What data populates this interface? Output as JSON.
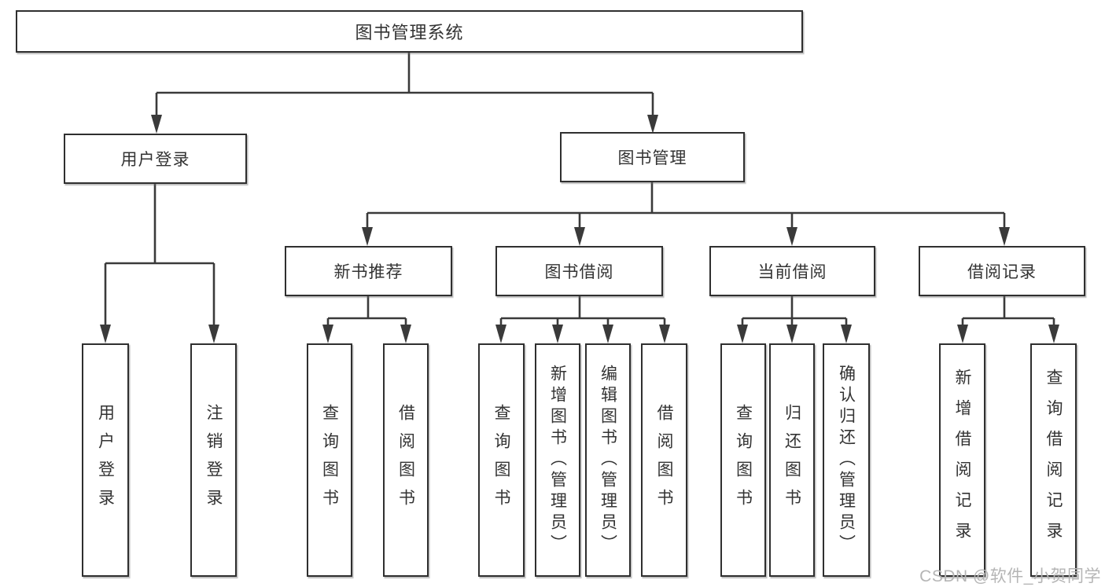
{
  "colors": {
    "line": "#3a3a3a",
    "box_border": "#2f2f2f",
    "box_bg": "#ffffff",
    "text": "#333333",
    "watermark": "#b5b5b5",
    "background": "#ffffff"
  },
  "watermark": {
    "text": "CSDN @软件_小贺同学"
  },
  "nodes": {
    "root": {
      "label": "图书管理系统"
    },
    "user_login": {
      "label": "用户登录"
    },
    "book_mgmt": {
      "label": "图书管理"
    },
    "new_book_rec": {
      "label": "新书推荐"
    },
    "book_borrow": {
      "label": "图书借阅"
    },
    "current_borrow": {
      "label": "当前借阅"
    },
    "borrow_record": {
      "label": "借阅记录"
    },
    "leaf_user_login": {
      "label": "用户登录"
    },
    "leaf_logout": {
      "label": "注销登录"
    },
    "leaf_rec_query_book": {
      "label": "查询图书"
    },
    "leaf_rec_borrow_book": {
      "label": "借阅图书"
    },
    "leaf_bb_query_book": {
      "label": "查询图书"
    },
    "leaf_bb_add_book": {
      "label": "新增图书（管理员）"
    },
    "leaf_bb_edit_book": {
      "label": "编辑图书（管理员）"
    },
    "leaf_bb_borrow_book": {
      "label": "借阅图书"
    },
    "leaf_cb_query_book": {
      "label": "查询图书"
    },
    "leaf_cb_return_book": {
      "label": "归还图书"
    },
    "leaf_cb_confirm_return": {
      "label": "确认归还（管理员）"
    },
    "leaf_br_add_record": {
      "label": "新增借阅记录"
    },
    "leaf_br_query_record": {
      "label": "查询借阅记录"
    }
  }
}
